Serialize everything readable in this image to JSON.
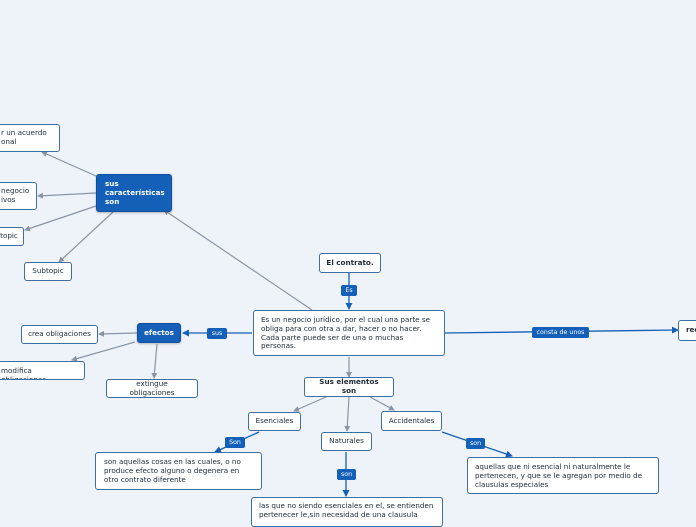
{
  "colors": {
    "background": "#eef2f9",
    "node_border": "#3a6ea5",
    "accent": "#1460b8",
    "connector": "#8a95a3"
  },
  "nodes": {
    "el_contrato": "El contrato.",
    "definicion": "Es un negocio jurídico, por el cual una parte se obliga para con otra a dar, hacer o no hacer. Cada parte puede ser de una o muchas personas.",
    "sus_caracteristicas": "sus características son",
    "acuerdo": "r un acuerdo\nonal",
    "negocio": "negocio\nivos",
    "subtopic_left": "topic",
    "subtopic": "Subtopic",
    "efectos": "efectos",
    "crea": "crea obligaciones",
    "modifica": "modifica obligaciones",
    "extingue": "extingue obligaciones",
    "elementos": "Sus elementos son",
    "esenciales": "Esenciales",
    "naturales": "Naturales",
    "accidentales": "Accidentales",
    "esenciales_desc": "son aquellas cosas en las cuales, o no produce efecto alguno o degenera en otro contrato diferente",
    "naturales_desc": "las que no siendo esenciales en el, se entienden pertenecer le,sin necesidad de una clausula",
    "accidentales_desc": "aquellas que ni esencial ni naturalmente le pertenecen, y que se le agregan por medio de clausulas especiales",
    "right_cut": "rec"
  },
  "labels": {
    "es": "Es",
    "sus": "sus",
    "consta": "consta de unos",
    "son_esenciales": "Son",
    "son_naturales": "son",
    "son_accidentales": "son"
  }
}
